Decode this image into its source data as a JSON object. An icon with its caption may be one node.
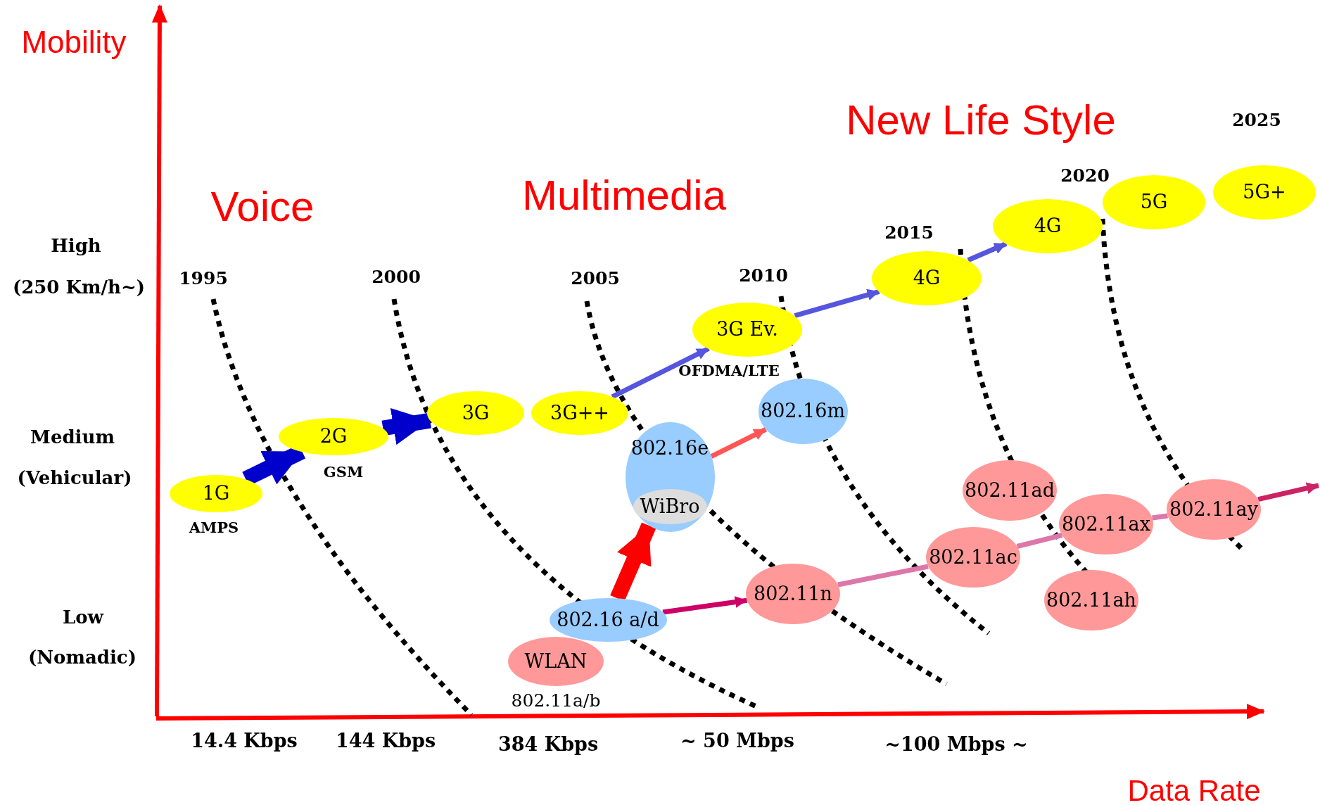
{
  "diagram": {
    "nodes": [
      {
        "text": [
          "1G"
        ],
        "beside": [
          "AMPS"
        ]
      },
      {
        "text": [
          "2G"
        ],
        "beside": [
          "GSM"
        ]
      },
      {
        "text": [
          "3G"
        ]
      },
      {
        "text": [
          "3G++"
        ]
      },
      {
        "text": [
          "3G Ev."
        ],
        "beside": [
          "OFDMA/LTE"
        ]
      },
      {
        "text": [
          "4G"
        ]
      },
      {
        "text": [
          "4G"
        ]
      },
      {
        "text": [
          "5G"
        ]
      },
      {
        "text": [
          "5G+"
        ]
      },
      {
        "text": [
          "802.16e"
        ]
      },
      {
        "text": [
          "WiBro"
        ],
        "in": 9
      },
      {
        "text": [
          "802.16m"
        ]
      },
      {
        "text": [
          "802.16 a/d"
        ]
      },
      {
        "text": [
          "WLAN"
        ],
        "beside": [
          "802.11a/b"
        ]
      },
      {
        "text": [
          "802.11n"
        ]
      },
      {
        "text": [
          "802.11ac"
        ]
      },
      {
        "text": [
          "802.11ad"
        ]
      },
      {
        "text": [
          "802.11ah"
        ]
      },
      {
        "text": [
          "802.11ax"
        ]
      },
      {
        "text": [
          "802.11ay"
        ]
      }
    ],
    "edges": [
      {
        "from": 0,
        "to": 1,
        "arrow": "to",
        "style": "thick",
        "color": "#0000cc"
      },
      {
        "from": 1,
        "to": 2,
        "arrow": "to",
        "style": "thick",
        "color": "#0000cc"
      },
      {
        "from": 3,
        "to": 4,
        "arrow": "to",
        "color": "#5555dd"
      },
      {
        "from": 4,
        "to": 5,
        "arrow": "to",
        "color": "#5555dd"
      },
      {
        "from": 5,
        "to": 6,
        "arrow": "to",
        "color": "#5555dd"
      },
      {
        "from": 9,
        "to": 11,
        "arrow": "to",
        "color": "#ff5555"
      },
      {
        "from": 12,
        "to": 9,
        "arrow": "to",
        "style": "thick",
        "color": "#ff0000"
      },
      {
        "from": 12,
        "to": 14,
        "arrow": "to",
        "color": "#cc0066"
      },
      {
        "from": 14,
        "to": 15,
        "arrow": "none",
        "color": "#dd77aa"
      },
      {
        "from": 15,
        "to": 18,
        "arrow": "none",
        "color": "#dd77aa"
      },
      {
        "from": 18,
        "to": 19,
        "arrow": "none",
        "color": "#dd77aa"
      },
      {
        "from": 19,
        "to": null,
        "arrow": "to",
        "color": "#cc2266"
      }
    ],
    "labels": [
      "Mobility",
      "New Life Style",
      "2025",
      "Voice",
      "Multimedia",
      "2020",
      "2015",
      "High",
      "(250 Km/h~)",
      "1995",
      "2000",
      "2005",
      "2010",
      "Medium",
      "(Vehicular)",
      "Low",
      "(Nomadic)",
      "14.4 Kbps",
      "144 Kbps",
      "384 Kbps",
      "~ 50 Mbps",
      "~100 Mbps ~",
      "Data Rate"
    ]
  }
}
